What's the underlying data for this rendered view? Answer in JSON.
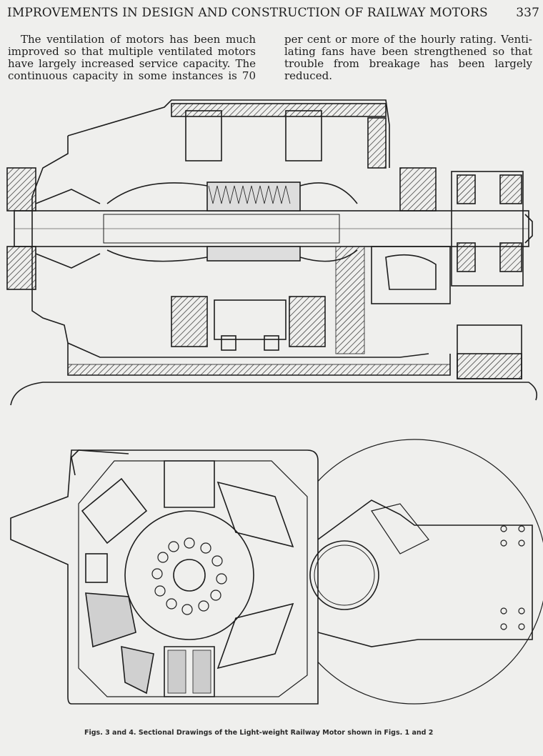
{
  "header": {
    "title": "IMPROVEMENTS IN DESIGN AND CONSTRUCTION OF RAILWAY MOTORS",
    "page_number": "337"
  },
  "body": {
    "left_lines": [
      "The ventilation of motors has been much",
      "improved so that multiple ventilated motors",
      "have largely increased service capacity.  The",
      "continuous capacity in some instances is 70"
    ],
    "right_lines": [
      "per cent or more of the hourly rating.  Venti-",
      "lating fans have been strengthened so that",
      "trouble from breakage has been largely",
      "reduced."
    ]
  },
  "figures": {
    "caption": "Figs. 3 and 4.   Sectional Drawings of the Light-weight Railway Motor shown in Figs. 1 and 2"
  }
}
